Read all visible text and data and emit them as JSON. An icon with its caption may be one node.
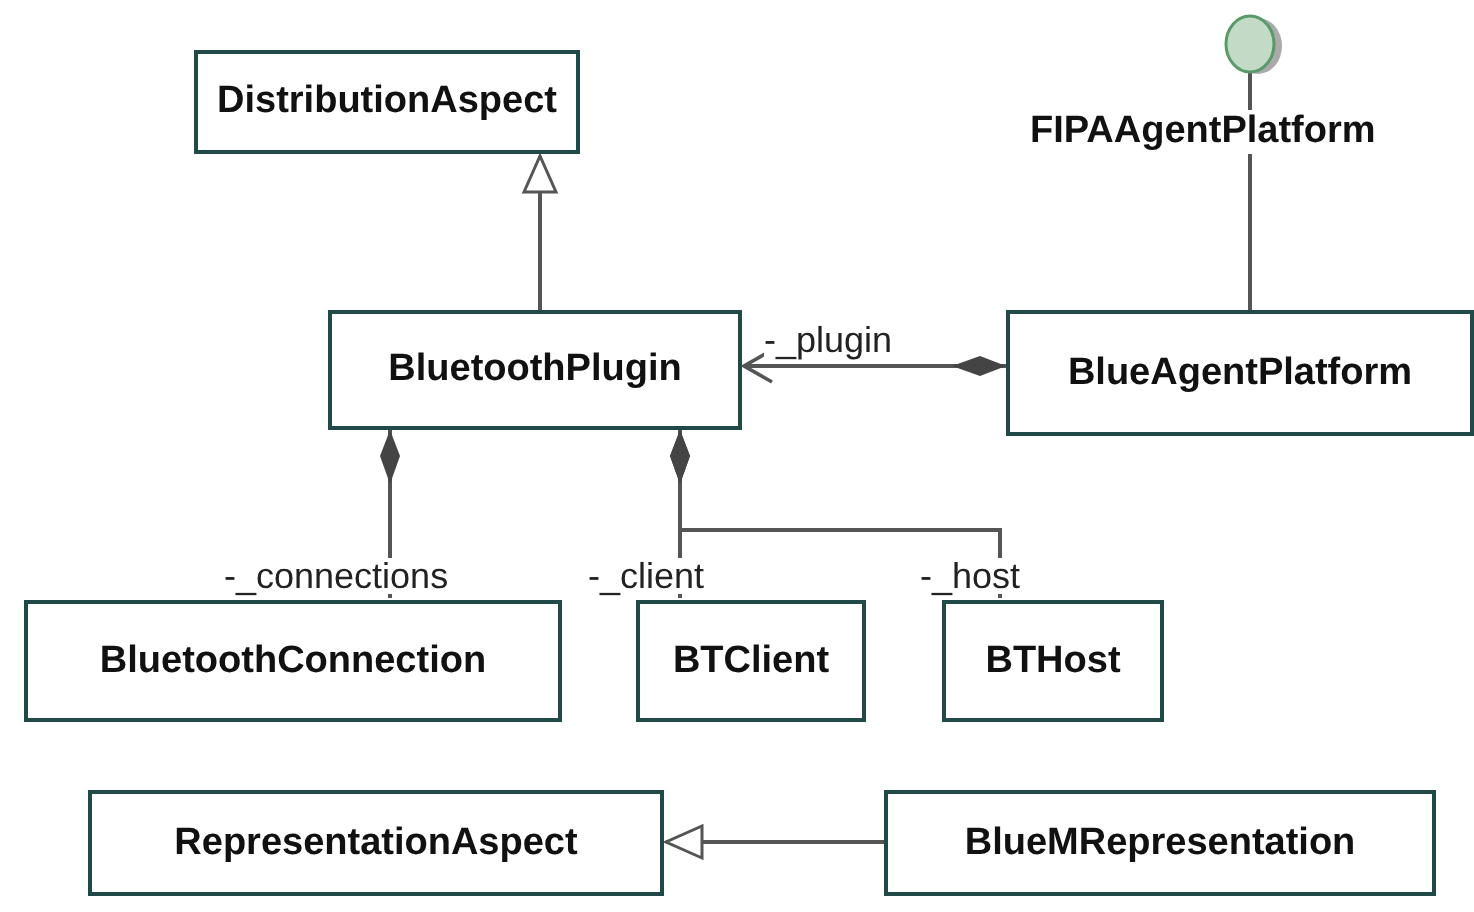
{
  "diagram": {
    "nodes": [
      {
        "text": [
          "DistributionAspect"
        ]
      },
      {
        "text": [
          "FIPAAgentPlatform"
        ]
      },
      {
        "text": [
          "BluetoothPlugin"
        ]
      },
      {
        "text": [
          "BlueAgentPlatform"
        ]
      },
      {
        "text": [
          "BluetoothConnection"
        ]
      },
      {
        "text": [
          "BTClient"
        ]
      },
      {
        "text": [
          "BTHost"
        ]
      },
      {
        "text": [
          "RepresentationAspect"
        ]
      },
      {
        "text": [
          "BlueMRepresentation"
        ]
      }
    ],
    "edges": [
      {
        "from": 2,
        "to": 0,
        "arrow": "to"
      },
      {
        "from": 3,
        "to": 2,
        "arrow": "to",
        "label": "-_plugin"
      },
      {
        "from": 3,
        "to": 1,
        "arrow": "none"
      },
      {
        "from": 2,
        "to": 4,
        "arrow": "other",
        "label": "-_connections"
      },
      {
        "from": 2,
        "to": 5,
        "arrow": "other",
        "label": "-_client"
      },
      {
        "from": 2,
        "to": 6,
        "arrow": "other",
        "label": "-_host"
      },
      {
        "from": 8,
        "to": 7,
        "arrow": "to"
      }
    ]
  }
}
